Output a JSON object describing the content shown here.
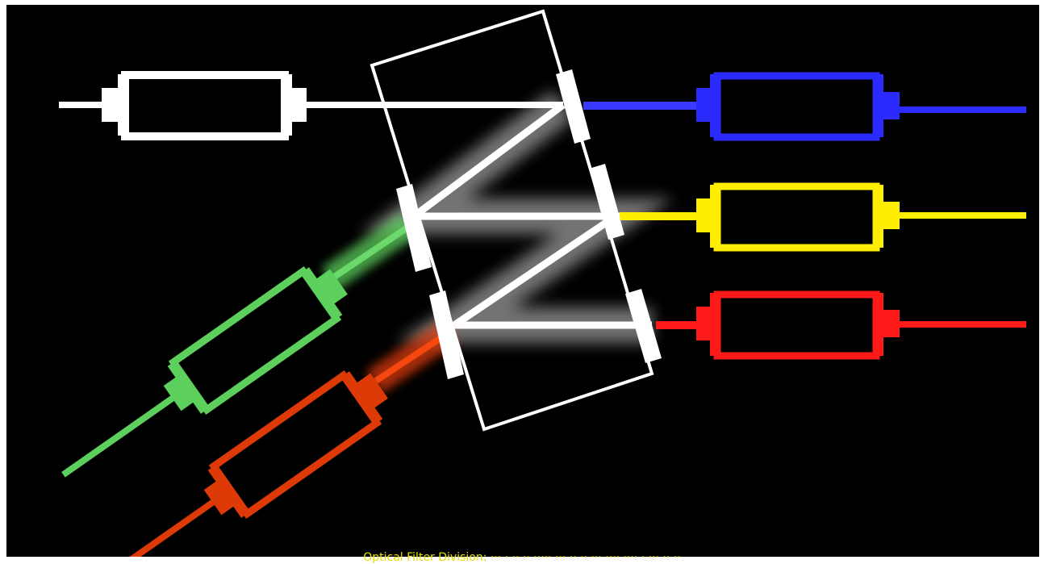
{
  "diagram": {
    "background": "#000000",
    "filter_block_color": "#ffffff",
    "beam_color": "#ffffff",
    "ports": [
      {
        "name": "input-port",
        "color": "#ffffff",
        "icon": "fiber-collimator-icon"
      },
      {
        "name": "output-blue",
        "color": "#2b2bff",
        "icon": "fiber-collimator-icon"
      },
      {
        "name": "output-yellow",
        "color": "#ffee00",
        "icon": "fiber-collimator-icon"
      },
      {
        "name": "output-red",
        "color": "#ff1a1a",
        "icon": "fiber-collimator-icon"
      },
      {
        "name": "input-green",
        "color": "#5ccf5c",
        "icon": "fiber-collimator-icon"
      },
      {
        "name": "input-orange",
        "color": "#dd3a08",
        "icon": "fiber-collimator-icon"
      }
    ]
  },
  "caption": {
    "text": "Optical Filter Division: ··· · ·· ·· ····· ··· ·· ·· ··· ···· ···· · ··· ·· ··"
  }
}
